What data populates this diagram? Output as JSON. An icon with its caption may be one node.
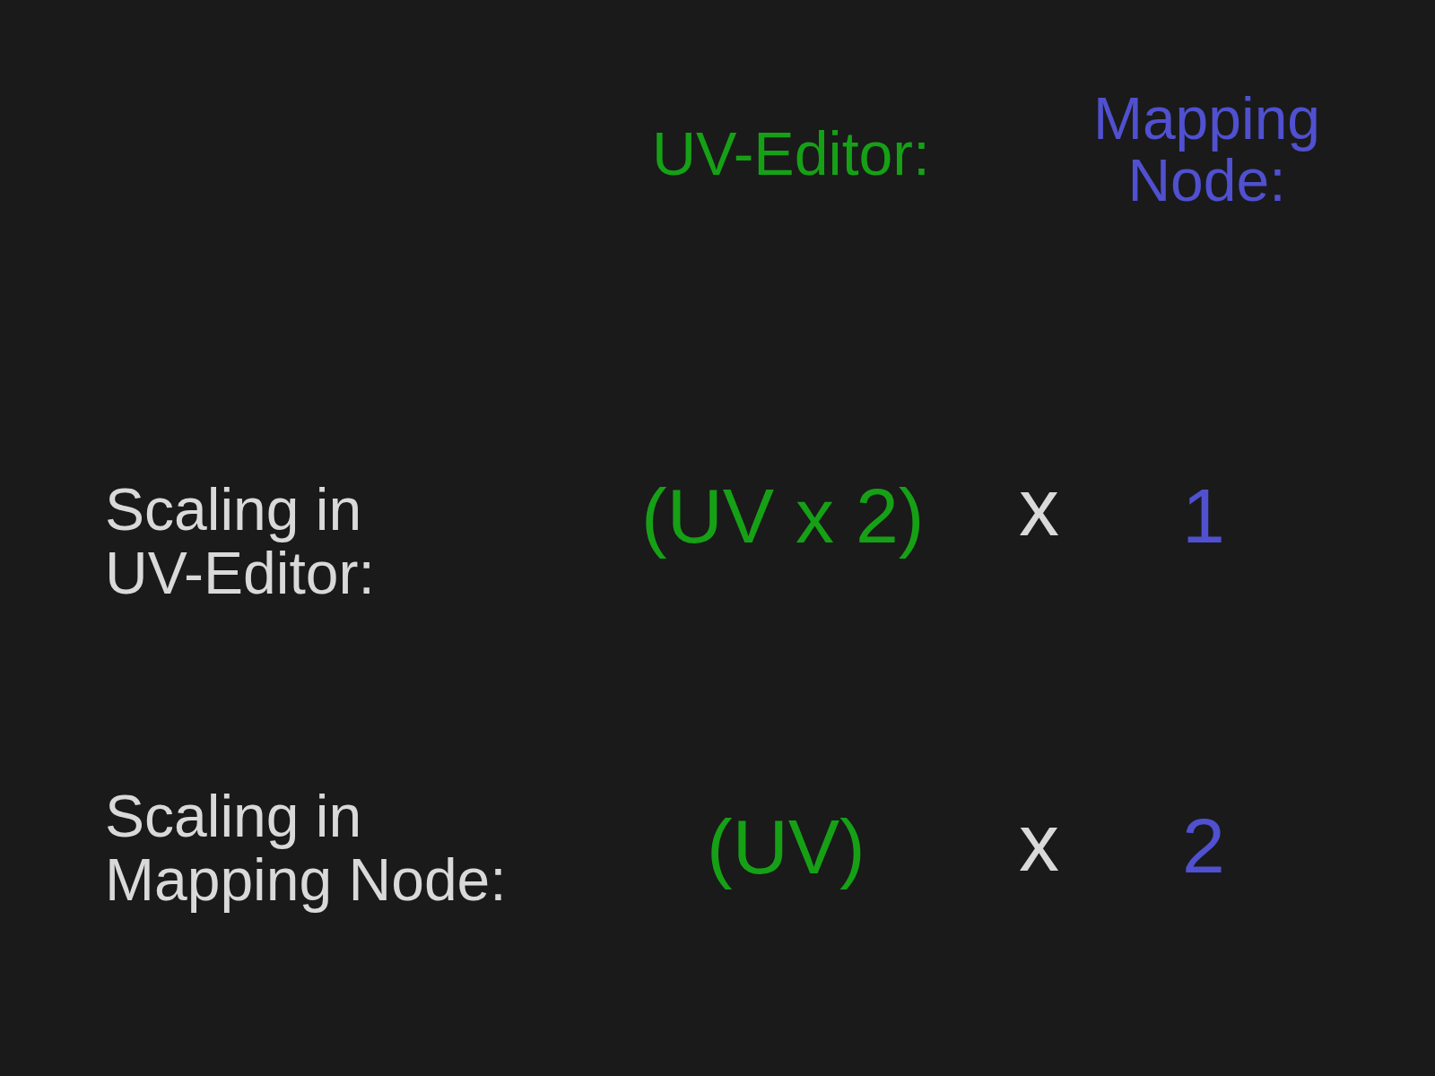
{
  "diagram": {
    "labels": [
      "UV-Editor:",
      "Mapping Node:",
      "Scaling in UV-Editor:",
      "(UV x 2)",
      "x",
      "1",
      "Scaling in Mapping Node:",
      "(UV)",
      "x",
      "2"
    ]
  }
}
